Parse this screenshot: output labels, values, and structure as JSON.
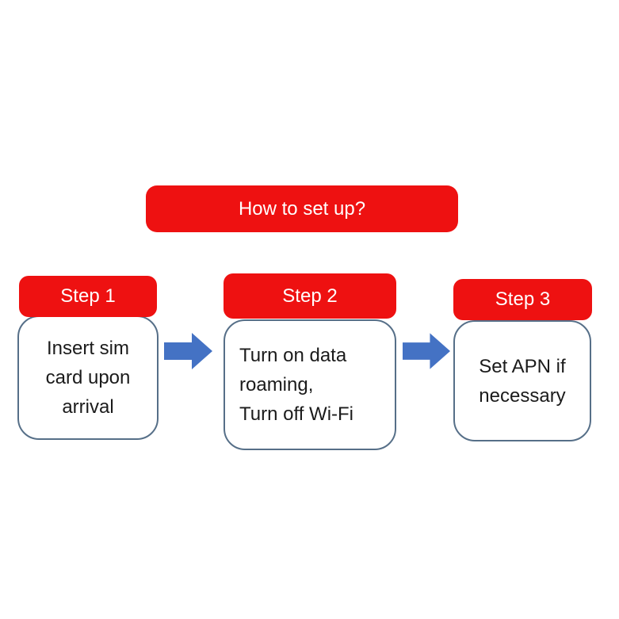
{
  "colors": {
    "box_red": "#ee1111",
    "arrow_blue": "#4472c4",
    "body_border": "#566f88",
    "body_text": "#1b1b1b",
    "header_text": "#ffffff",
    "background": "#ffffff"
  },
  "title": {
    "label": "How to set up?"
  },
  "steps": [
    {
      "label": "Step 1",
      "lines": [
        "Insert sim",
        "card upon",
        "arrival"
      ],
      "align": "center"
    },
    {
      "label": "Step 2",
      "lines": [
        "Turn on data",
        "roaming,",
        "Turn off Wi-Fi"
      ],
      "align": "left"
    },
    {
      "label": "Step 3",
      "lines": [
        "Set APN if",
        "necessary"
      ],
      "align": "center"
    }
  ],
  "arrows": [
    {
      "icon": "right-block-arrow-icon"
    },
    {
      "icon": "right-block-arrow-icon"
    }
  ]
}
